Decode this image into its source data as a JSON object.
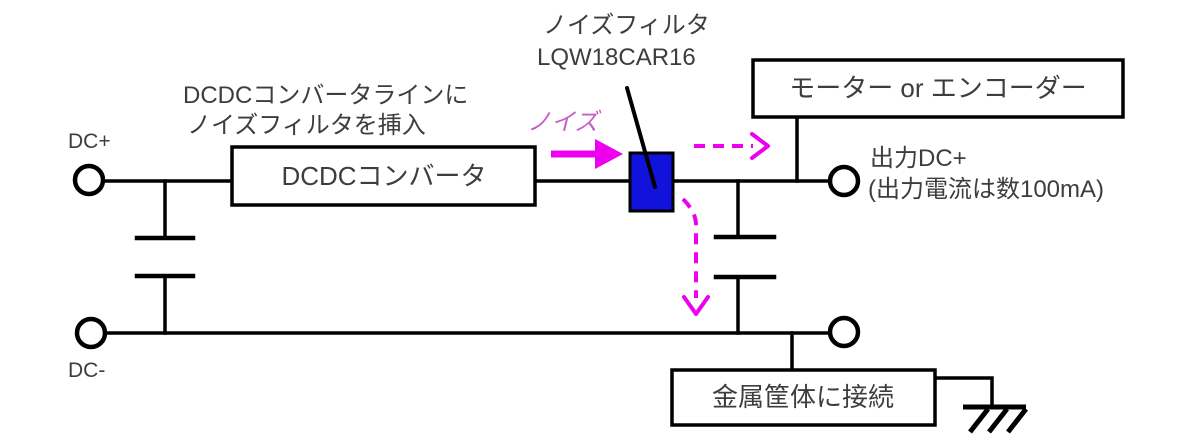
{
  "note": {
    "line1": "ノイズフィルタ",
    "line2": "LQW18CAR16"
  },
  "annotation": {
    "line1": "DCDCコンバータラインに",
    "line2": "ノイズフィルタを挿入"
  },
  "labels": {
    "dc_plus": "DC+",
    "dc_minus": "DC-",
    "noise": "ノイズ",
    "output_line1": "出力DC+",
    "output_line2": "(出力電流は数100mA)"
  },
  "boxes": {
    "dcdc_converter": "DCDCコンバータ",
    "motor_encoder": "モーター or エンコーダー",
    "chassis_connect": "金属筐体に接続"
  },
  "icons": {
    "noise_filter_component": "noise-filter-blue-block",
    "chassis_ground": "chassis-ground-symbol",
    "terminals": [
      "dc-plus-input",
      "dc-minus-input",
      "output-dc-plus",
      "output-dc-minus"
    ]
  },
  "colors": {
    "background": "#ffffff",
    "wire": "#000000",
    "text": "#3d3d3d",
    "magenta": "#ee00ee",
    "noise_text": "#c75fc7",
    "filter_fill": "#1212dd"
  }
}
